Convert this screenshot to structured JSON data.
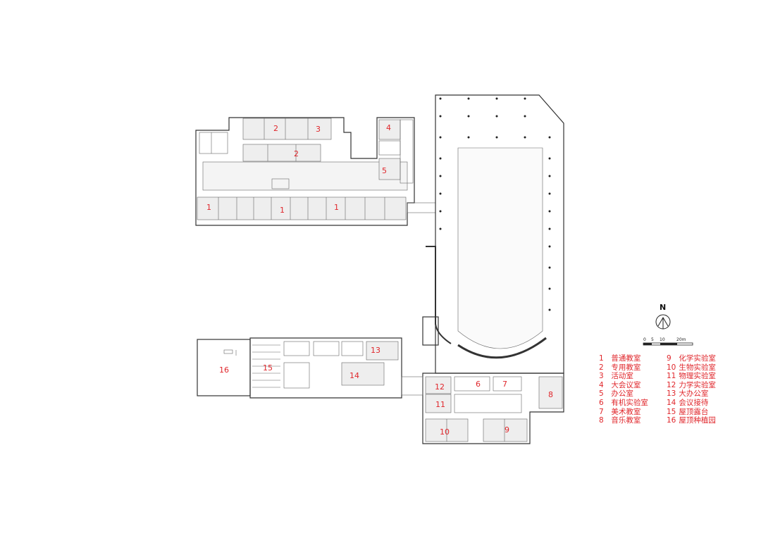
{
  "room_labels": [
    {
      "id": "r1a",
      "text": "1"
    },
    {
      "id": "r1b",
      "text": "1"
    },
    {
      "id": "r1c",
      "text": "1"
    },
    {
      "id": "r2a",
      "text": "2"
    },
    {
      "id": "r2b",
      "text": "2"
    },
    {
      "id": "r3",
      "text": "3"
    },
    {
      "id": "r4",
      "text": "4"
    },
    {
      "id": "r5",
      "text": "5"
    },
    {
      "id": "r6",
      "text": "6"
    },
    {
      "id": "r7",
      "text": "7"
    },
    {
      "id": "r8",
      "text": "8"
    },
    {
      "id": "r9",
      "text": "9"
    },
    {
      "id": "r10",
      "text": "10"
    },
    {
      "id": "r11",
      "text": "11"
    },
    {
      "id": "r12",
      "text": "12"
    },
    {
      "id": "r13",
      "text": "13"
    },
    {
      "id": "r14",
      "text": "14"
    },
    {
      "id": "r15",
      "text": "15"
    },
    {
      "id": "r16",
      "text": "16"
    }
  ],
  "north": {
    "label": "N"
  },
  "scale_bar": {
    "ticks": [
      "0",
      "5",
      "10",
      "20m"
    ]
  },
  "legend": [
    {
      "num": "1",
      "label": "普通教室"
    },
    {
      "num": "9",
      "label": "化学实验室"
    },
    {
      "num": "2",
      "label": "专用教室"
    },
    {
      "num": "10",
      "label": "生物实验室"
    },
    {
      "num": "3",
      "label": "活动室"
    },
    {
      "num": "11",
      "label": "物理实验室"
    },
    {
      "num": "4",
      "label": "大会议室"
    },
    {
      "num": "12",
      "label": "力学实验室"
    },
    {
      "num": "5",
      "label": "办公室"
    },
    {
      "num": "13",
      "label": "大办公室"
    },
    {
      "num": "6",
      "label": "有机实验室"
    },
    {
      "num": "14",
      "label": "会议接待"
    },
    {
      "num": "7",
      "label": "美术教室"
    },
    {
      "num": "15",
      "label": "屋顶露台"
    },
    {
      "num": "8",
      "label": "音乐教室"
    },
    {
      "num": "16",
      "label": "屋顶种植园"
    }
  ],
  "colors": {
    "label": "#e0262b",
    "line": "#333333",
    "background": "#ffffff"
  }
}
